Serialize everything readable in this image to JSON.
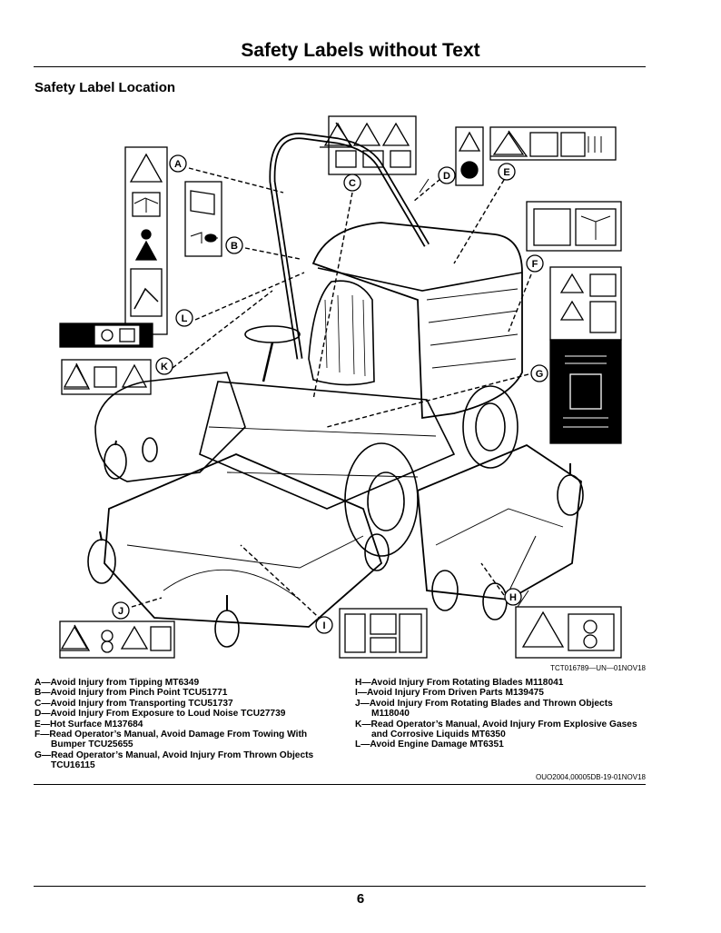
{
  "title": "Safety Labels without Text",
  "section_heading": "Safety Label Location",
  "figure_id": "TCT016789—UN—01NOV18",
  "callouts": [
    "A",
    "B",
    "C",
    "D",
    "E",
    "F",
    "G",
    "H",
    "I",
    "J",
    "K",
    "L"
  ],
  "legend_left": [
    {
      "line": "A—Avoid Injury from Tipping MT6349"
    },
    {
      "line": "B—Avoid Injury from Pinch Point TCU51771"
    },
    {
      "line": "C—Avoid Injury from Transporting TCU51737"
    },
    {
      "line": "D—Avoid Injury From Exposure to Loud Noise TCU27739"
    },
    {
      "line": "E—Hot Surface M137684"
    },
    {
      "line": "F—Read Operator’s Manual, Avoid Damage From Towing With",
      "cont": "Bumper TCU25655"
    },
    {
      "line": "G—Read Operator’s Manual, Avoid Injury From Thrown Objects",
      "cont": "TCU16115"
    }
  ],
  "legend_right": [
    {
      "line": "H—Avoid Injury From Rotating Blades M118041"
    },
    {
      "line": "I—Avoid Injury From Driven Parts M139475"
    },
    {
      "line": "J—Avoid Injury From Rotating Blades and Thrown Objects",
      "cont": "M118040"
    },
    {
      "line": "K—Read Operator’s Manual, Avoid Injury From Explosive Gases",
      "cont": "and Corrosive Liquids MT6350"
    },
    {
      "line": "L—Avoid Engine Damage MT6351"
    }
  ],
  "doc_id": "OUO2004,00005DB-19-01NOV18",
  "page_number": "6"
}
